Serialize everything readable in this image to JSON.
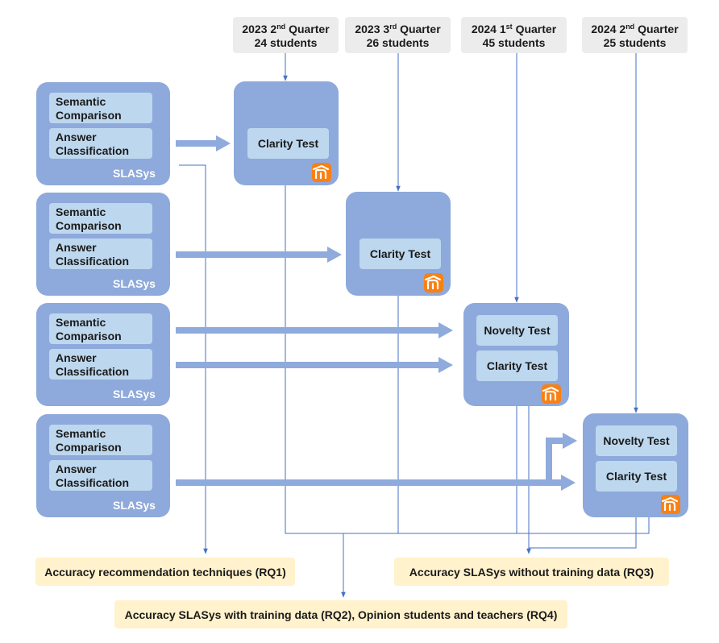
{
  "quarters": [
    {
      "year": "2023",
      "num": "2",
      "sup": "nd",
      "word": "Quarter",
      "students": "24 students"
    },
    {
      "year": "2023",
      "num": "3",
      "sup": "rd",
      "word": "Quarter",
      "students": "26 students"
    },
    {
      "year": "2024",
      "num": "1",
      "sup": "st",
      "word": "Quarter",
      "students": "45 students"
    },
    {
      "year": "2024",
      "num": "2",
      "sup": "nd",
      "word": "Quarter",
      "students": "25 students"
    }
  ],
  "slasys": {
    "label": "SLASys",
    "semantic_line1": "Semantic",
    "semantic_line2": "Comparison",
    "answer_line1": "Answer",
    "answer_line2": "Classification"
  },
  "tests": {
    "clarity": "Clarity Test",
    "novelty": "Novelty Test"
  },
  "moodle": {
    "icon": "moodle-icon",
    "color": "#f98012"
  },
  "outcomes": {
    "rq1": "Accuracy recommendation techniques (RQ1)",
    "rq2_rq4": "Accuracy SLASys with training data (RQ2), Opinion students and teachers (RQ4)",
    "rq3": "Accuracy SLASys without training data (RQ3)"
  },
  "colors": {
    "box": "#8ea9db",
    "inner": "#bdd7ee",
    "arrow": "#8faadc",
    "line": "#4472c4",
    "outcome": "#fff2cc",
    "quarter": "#ececec"
  }
}
